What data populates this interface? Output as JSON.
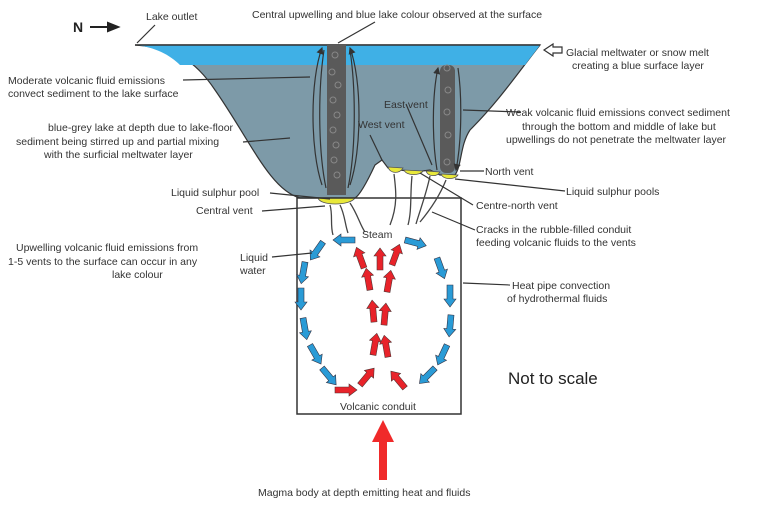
{
  "north_label": "N",
  "labels": {
    "lake_outlet": "Lake outlet",
    "central_upwelling": "Central upwelling and blue lake colour observed at the surface",
    "glacial_1": "Glacial meltwater or snow melt",
    "glacial_2": "creating a blue surface layer",
    "moderate_1": "Moderate volcanic fluid emissions",
    "moderate_2": "convect sediment to the lake surface",
    "bluegrey_1": "blue-grey lake at depth due to lake-floor",
    "bluegrey_2": "sediment being stirred up and partial mixing",
    "bluegrey_3": "with the surficial meltwater layer",
    "east_vent": "East vent",
    "west_vent": "West vent",
    "weak_1": "Weak volcanic fluid emissions convect sediment",
    "weak_2": "through the bottom and middle of lake but",
    "weak_3": "upwellings do not penetrate the meltwater layer",
    "north_vent": "North vent",
    "sulphur_pools": "Liquid sulphur pools",
    "sulphur_pool": "Liquid sulphur pool",
    "central_vent": "Central vent",
    "centre_north_vent": "Centre-north vent",
    "cracks_1": "Cracks in the rubble-filled conduit",
    "cracks_2": "feeding volcanic fluids to the vents",
    "steam": "Steam",
    "upwelling_1": "Upwelling volcanic fluid emissions from",
    "upwelling_2": "1-5 vents to the surface can occur in any",
    "upwelling_3": "lake colour",
    "liquid_water_1": "Liquid",
    "liquid_water_2": "water",
    "heat_pipe_1": "Heat pipe convection",
    "heat_pipe_2": "of hydrothermal fluids",
    "not_to_scale": "Not to scale",
    "volcanic_conduit": "Volcanic conduit",
    "magma": "Magma body at depth emitting heat and fluids"
  },
  "colors": {
    "surface_water": "#3fb0e6",
    "deep_water": "#7d9aa8",
    "plume": "#5a5a5a",
    "sulphur": "#e8e83a",
    "hot_arrow": "#e8232a",
    "cold_arrow": "#2a9bd6"
  }
}
